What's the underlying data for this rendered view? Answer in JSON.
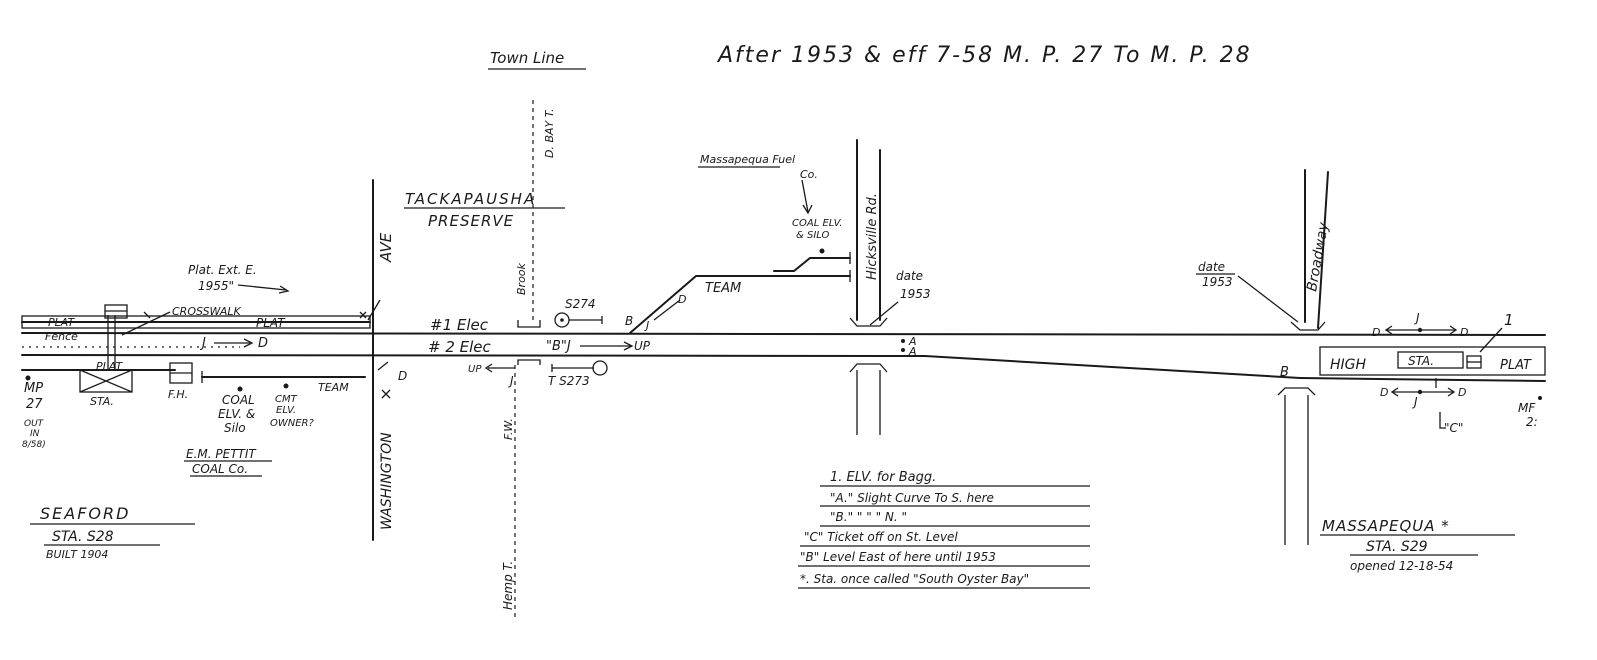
{
  "title": {
    "town_line": "Town Line",
    "main": "After 1953 & eff 7-58  M. P.   27  To  M. P. 28"
  },
  "roads": {
    "ave": "AVE",
    "washington": "WASHINGTON",
    "hicksville": "Hicksville Rd.",
    "broadway": "Broadway",
    "bay_t": "D. BAY T.",
    "brook": "Brook",
    "fw": "F.W.",
    "hemp_t": "Hemp T."
  },
  "labels": {
    "tackapausha_1": "TACKAPAUSHA",
    "tackapausha_2": "PRESERVE",
    "mass_fuel_1": "Massapequa Fuel",
    "mass_fuel_2": "Co.",
    "coal_elv_silo_1": "COAL ELV.",
    "coal_elv_silo_2": "& SILO",
    "plat_ext_1": "Plat. Ext. E.",
    "plat_ext_2": "1955\"",
    "crosswalk": "CROSSWALK",
    "plat_top_left": "PLAT",
    "plat_top_right": "PLAT",
    "fence": "Fence",
    "plat_bottom": "PLAT",
    "sta_left": "STA.",
    "fh": "F.H.",
    "team_left": "TEAM",
    "coal_1": "COAL",
    "coal_2": "ELV. &",
    "coal_3": "Silo",
    "cmt_1": "CMT",
    "cmt_2": "ELV.",
    "cmt_3": "OWNER?",
    "pettit_1": "E.M. PETTIT",
    "pettit_2": "COAL Co.",
    "mp_1": "MP",
    "mp_2": "27",
    "mp_out_1": "OUT",
    "mp_out_2": "IN",
    "mp_out_3": "8/58)",
    "track1": "#1 Elec",
    "track2": "# 2 Elec",
    "s274": "S274",
    "s273": "T S273",
    "b_j_up": "\"B\"J",
    "up_right": "UP",
    "up_left": "UP",
    "j_below": "J",
    "team_right": "TEAM",
    "bjd_1": "B",
    "bjd_2": "J",
    "bjd_3": "D",
    "j_left": "J",
    "d_left": "D",
    "d_small": "D",
    "date_1": "date",
    "date_2": "1953",
    "date2_1": "date",
    "date2_2": "1953",
    "a1": "A",
    "a2": "A",
    "b_marker": "B",
    "high": "HIGH",
    "sta_right": "STA.",
    "plat_right": "PLAT",
    "one": "1",
    "dj_top_d1": "D",
    "dj_top_j": "J",
    "dj_top_d2": "D",
    "dj_bot_d1": "D",
    "dj_bot_j": "J",
    "dj_bot_d2": "D",
    "c_quote": "\"C\"",
    "mp_right_1": "MF",
    "mp_right_2": "2:"
  },
  "seaford": {
    "name": "SEAFORD",
    "sta": "STA. S28",
    "built": "BUILT 1904"
  },
  "massapequa": {
    "name": "MASSAPEQUA *",
    "sta": "STA. S29",
    "opened": "opened  12-18-54"
  },
  "legend": {
    "items": [
      "1.  ELV. for Bagg.",
      "\"A.\" Slight Curve To S. here",
      "\"B.\"   \"     \"     \"    N.  \"",
      "\"C\" Ticket off on St. Level",
      "\"B\" Level  East of here until 1953",
      "*.  Sta. once  called  \"South Oyster Bay\""
    ]
  },
  "colors": {
    "ink": "#1a1a1a",
    "paper": "#ffffff"
  }
}
